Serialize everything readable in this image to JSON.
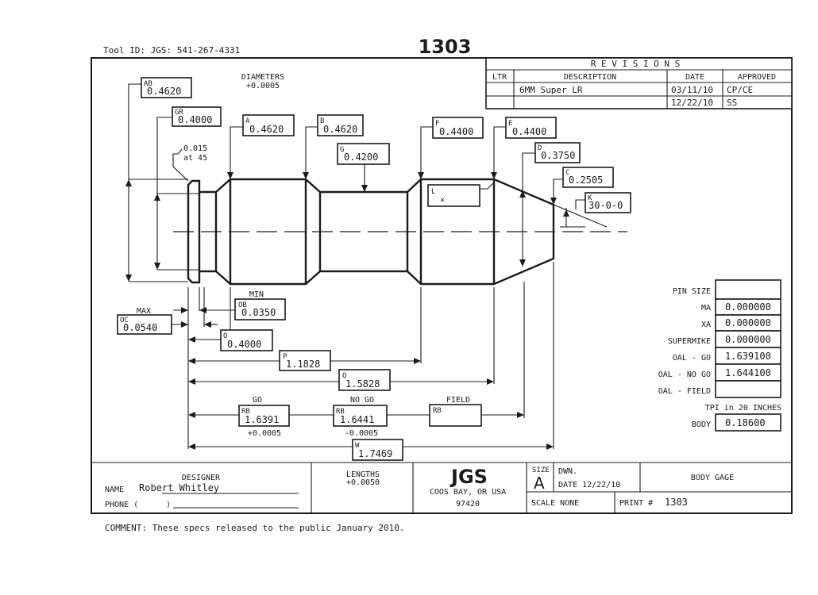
{
  "header": {
    "tool_id": "Tool ID: JGS: 541-267-4331",
    "print_number": "1303"
  },
  "revisions": {
    "title": "R E V I S I O N S",
    "columns": [
      "LTR",
      "DESCRIPTION",
      "DATE",
      "APPROVED"
    ],
    "rows": [
      {
        "ltr": "",
        "description": "6MM Super LR",
        "date": "03/11/10",
        "approved": "CP/CE"
      },
      {
        "ltr": "",
        "description": "",
        "date": "12/22/10",
        "approved": "SS"
      }
    ]
  },
  "notes": {
    "diameters": "DIAMETERS",
    "diam_tol": "+0.0005",
    "chamfer_1": "0.015",
    "chamfer_2": "at 45",
    "min": "MIN",
    "max": "MAX",
    "go": "GO",
    "no_go": "NO GO",
    "field": "FIELD",
    "go_tol": "+0.0005",
    "no_go_tol": "-0.0005",
    "l_mark": "×"
  },
  "dims": {
    "AB": "0.4620",
    "GR": "0.4000",
    "A": "0.4620",
    "B": "0.4620",
    "G": "0.4200",
    "F": "0.4400",
    "E": "0.4400",
    "D": "0.3750",
    "C": "0.2505",
    "K": "30-0-0",
    "OB": "0.0350",
    "OC": "0.0540",
    "O": "0.4000",
    "P": "1.1828",
    "Q": "1.5828",
    "RB_go": "1.6391",
    "RB_nogo": "1.6441",
    "RB_field": "",
    "W": "1.7469"
  },
  "letters": {
    "AB": "AB",
    "GR": "GR",
    "A": "A",
    "B": "B",
    "G": "G",
    "F": "F",
    "E": "E",
    "D": "D",
    "C": "C",
    "K": "K",
    "L": "L",
    "OB": "OB",
    "OC": "OC",
    "O": "O",
    "P": "P",
    "Q": "Q",
    "RB1": "RB",
    "RB2": "RB",
    "RB3": "RB",
    "W": "W"
  },
  "pin_table": {
    "title": "PIN SIZE",
    "rows": [
      {
        "label": "MA",
        "value": "0.000000"
      },
      {
        "label": "XA",
        "value": "0.000000"
      },
      {
        "label": "SUPERMIKE",
        "value": "0.000000"
      },
      {
        "label": "OAL - GO",
        "value": "1.639100"
      },
      {
        "label": "OAL - NO GO",
        "value": "1.644100"
      },
      {
        "label": "OAL - FIELD",
        "value": ""
      }
    ],
    "tpi_label": "TPI in 20 INCHES",
    "body_label": "BODY",
    "body_value": "0.18600"
  },
  "title_block": {
    "designer_heading": "DESIGNER",
    "name_label": "NAME",
    "name_value": "Robert Whitley",
    "phone_label": "PHONE (",
    "phone_paren": ")",
    "lengths_label": "LENGTHS",
    "lengths_tol": "+0.0050",
    "company": "JGS",
    "city": "COOS BAY, OR USA",
    "zip": "97420",
    "size_label": "SIZE",
    "size_value": "A",
    "dwn_label": "DWN.",
    "date_label": "DATE 12/22/10",
    "part_name": "BODY GAGE",
    "scale_label": "SCALE  NONE",
    "print_label": "PRINT #",
    "print_value": "1303"
  },
  "comment": "COMMENT: These specs released to the public January 2010."
}
